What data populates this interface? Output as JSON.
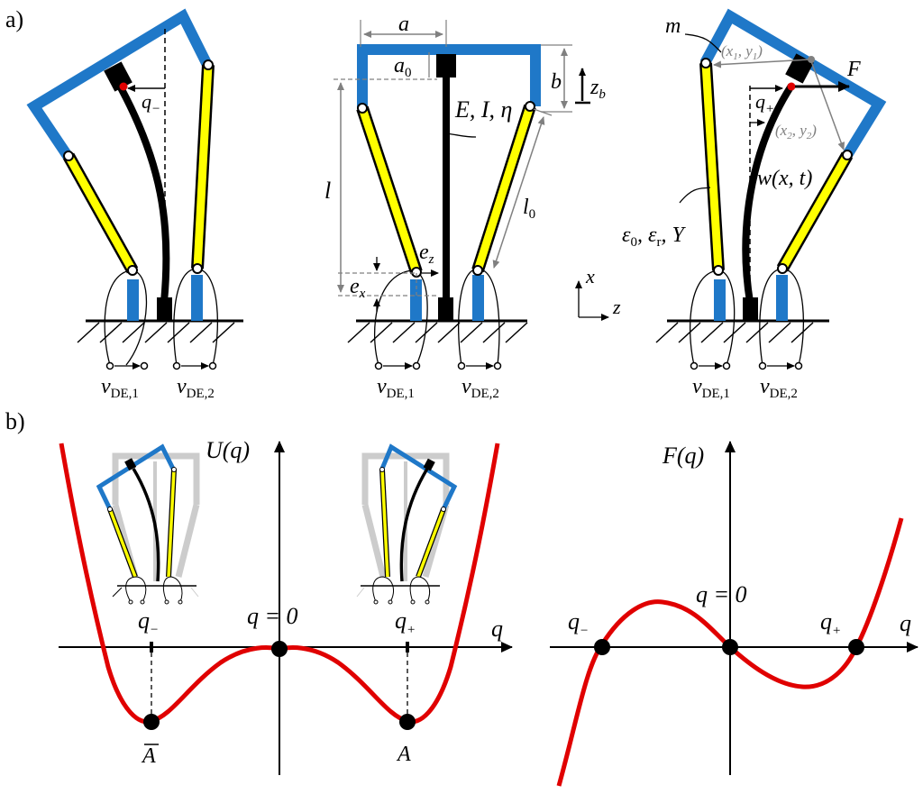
{
  "panel_labels": {
    "a": "a)",
    "b": "b)"
  },
  "colors": {
    "frame": "#1f78c8",
    "actuator": "#ffff00",
    "beam": "#000000",
    "curve": "#e00000",
    "dimension": "#808080",
    "ghost": "#cccccc",
    "mass_marker": "#e00000"
  },
  "icons": {
    "ground": "hatched-ground-icon",
    "joint": "hinge-circle-icon",
    "electrode": "electrode-terminal-icon",
    "equilibrium": "equilibrium-point-icon"
  },
  "panel_a": {
    "left": {
      "q": "q",
      "q_sub": "−",
      "v1": "v",
      "v1_sub": "DE,1",
      "v2": "v",
      "v2_sub": "DE,2"
    },
    "middle": {
      "a": "a",
      "a0": "a",
      "a0_sub": "0",
      "b": "b",
      "zb": "z",
      "zb_sub": "b",
      "beam_props": "E, I, η",
      "l": "l",
      "l0": "l",
      "l0_sub": "0",
      "ex": "e",
      "ex_sub": "x",
      "ez": "e",
      "ez_sub": "z",
      "v1": "v",
      "v1_sub": "DE,1",
      "v2": "v",
      "v2_sub": "DE,2",
      "axis_x": "x",
      "axis_z": "z"
    },
    "right": {
      "m": "m",
      "F": "F",
      "q": "q",
      "q_sub": "+",
      "p1": "(x",
      "p1_sub": "1",
      "p1_mid": ", y",
      "p1_sub2": "1",
      "p1_end": ")",
      "p2": "(x",
      "p2_sub": "2",
      "p2_mid": ", y",
      "p2_sub2": "2",
      "p2_end": ")",
      "w": "w(x, t)",
      "material": "ε",
      "material_sub0": "0",
      "material_mid": ", ε",
      "material_subr": "r",
      "material_end": ", Y",
      "v1": "v",
      "v1_sub": "DE,1",
      "v2": "v",
      "v2_sub": "DE,2"
    }
  },
  "panel_b": {
    "potential": {
      "y_label": "U(q)",
      "x_label": "q",
      "q_minus": "q",
      "q_minus_sub": "−",
      "q_plus": "q",
      "q_plus_sub": "+",
      "q_zero": "q = 0",
      "A_bar": "A",
      "A": "A"
    },
    "force": {
      "y_label": "F(q)",
      "x_label": "q",
      "q_minus": "q",
      "q_minus_sub": "−",
      "q_plus": "q",
      "q_plus_sub": "+",
      "q_zero": "q = 0"
    }
  }
}
